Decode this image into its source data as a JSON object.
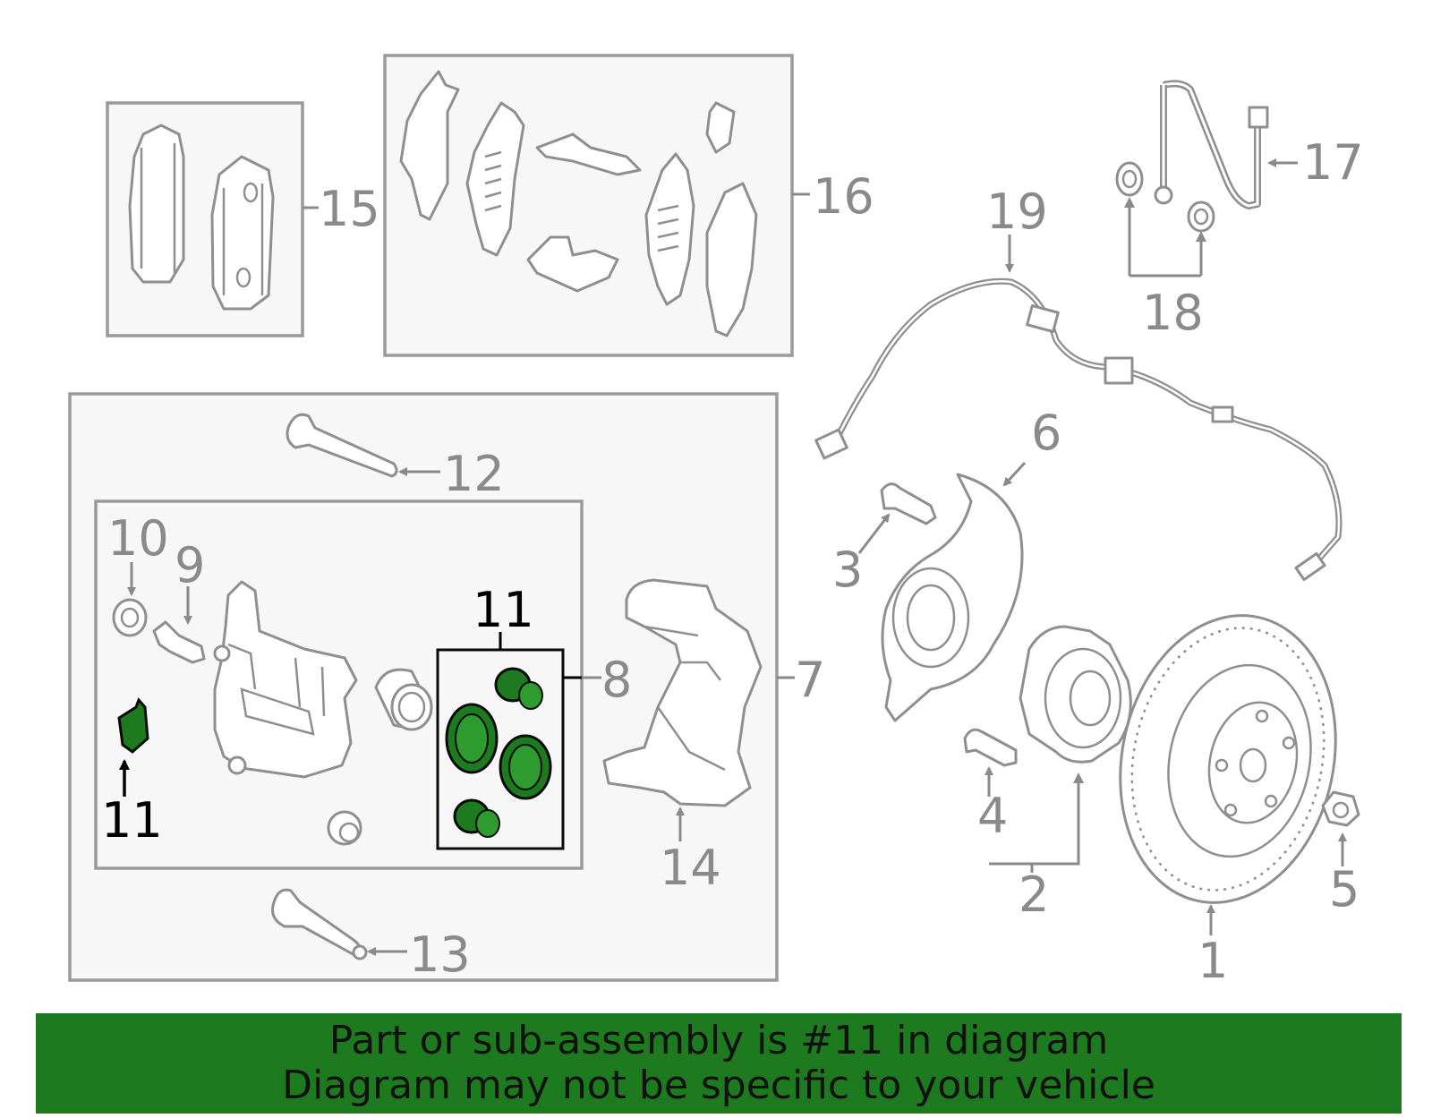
{
  "callouts": {
    "c1": "1",
    "c2": "2",
    "c3": "3",
    "c4": "4",
    "c5": "5",
    "c6": "6",
    "c7": "7",
    "c8": "8",
    "c9": "9",
    "c10": "10",
    "c11a": "11",
    "c11b": "11",
    "c12": "12",
    "c13": "13",
    "c14": "14",
    "c15": "15",
    "c16": "16",
    "c17": "17",
    "c18": "18",
    "c19": "19"
  },
  "highlight_color": "#1e7a1e",
  "banner": {
    "line1": "Part or sub-assembly is #11 in diagram",
    "line2": "Diagram may not be specific to your vehicle"
  }
}
